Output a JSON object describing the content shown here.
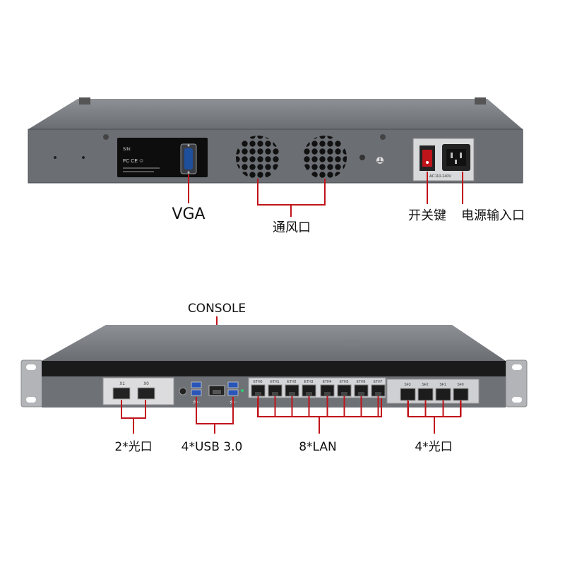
{
  "rear_panel": {
    "label_sn": "S/N:",
    "label_marks": "FC CE ♲",
    "label_power_rating": "AC110-240V",
    "callouts": {
      "vga": "VGA",
      "vent": "通风口",
      "power_switch": "开关键",
      "power_input": "电源输入口"
    }
  },
  "front_panel": {
    "top_label": "CONSOLE",
    "sfp_left_labels": [
      "X1",
      "X0"
    ],
    "eth_labels": [
      "ETH0",
      "ETH1",
      "ETH2",
      "ETH3",
      "ETH4",
      "ETH5",
      "ETH6",
      "ETH7"
    ],
    "sfp_right_labels": [
      "SF3",
      "SF2",
      "SF1",
      "SF0"
    ],
    "callouts": {
      "optical_2": "2*光口",
      "usb": "4*USB 3.0",
      "lan": "8*LAN",
      "optical_4": "4*光口"
    }
  }
}
